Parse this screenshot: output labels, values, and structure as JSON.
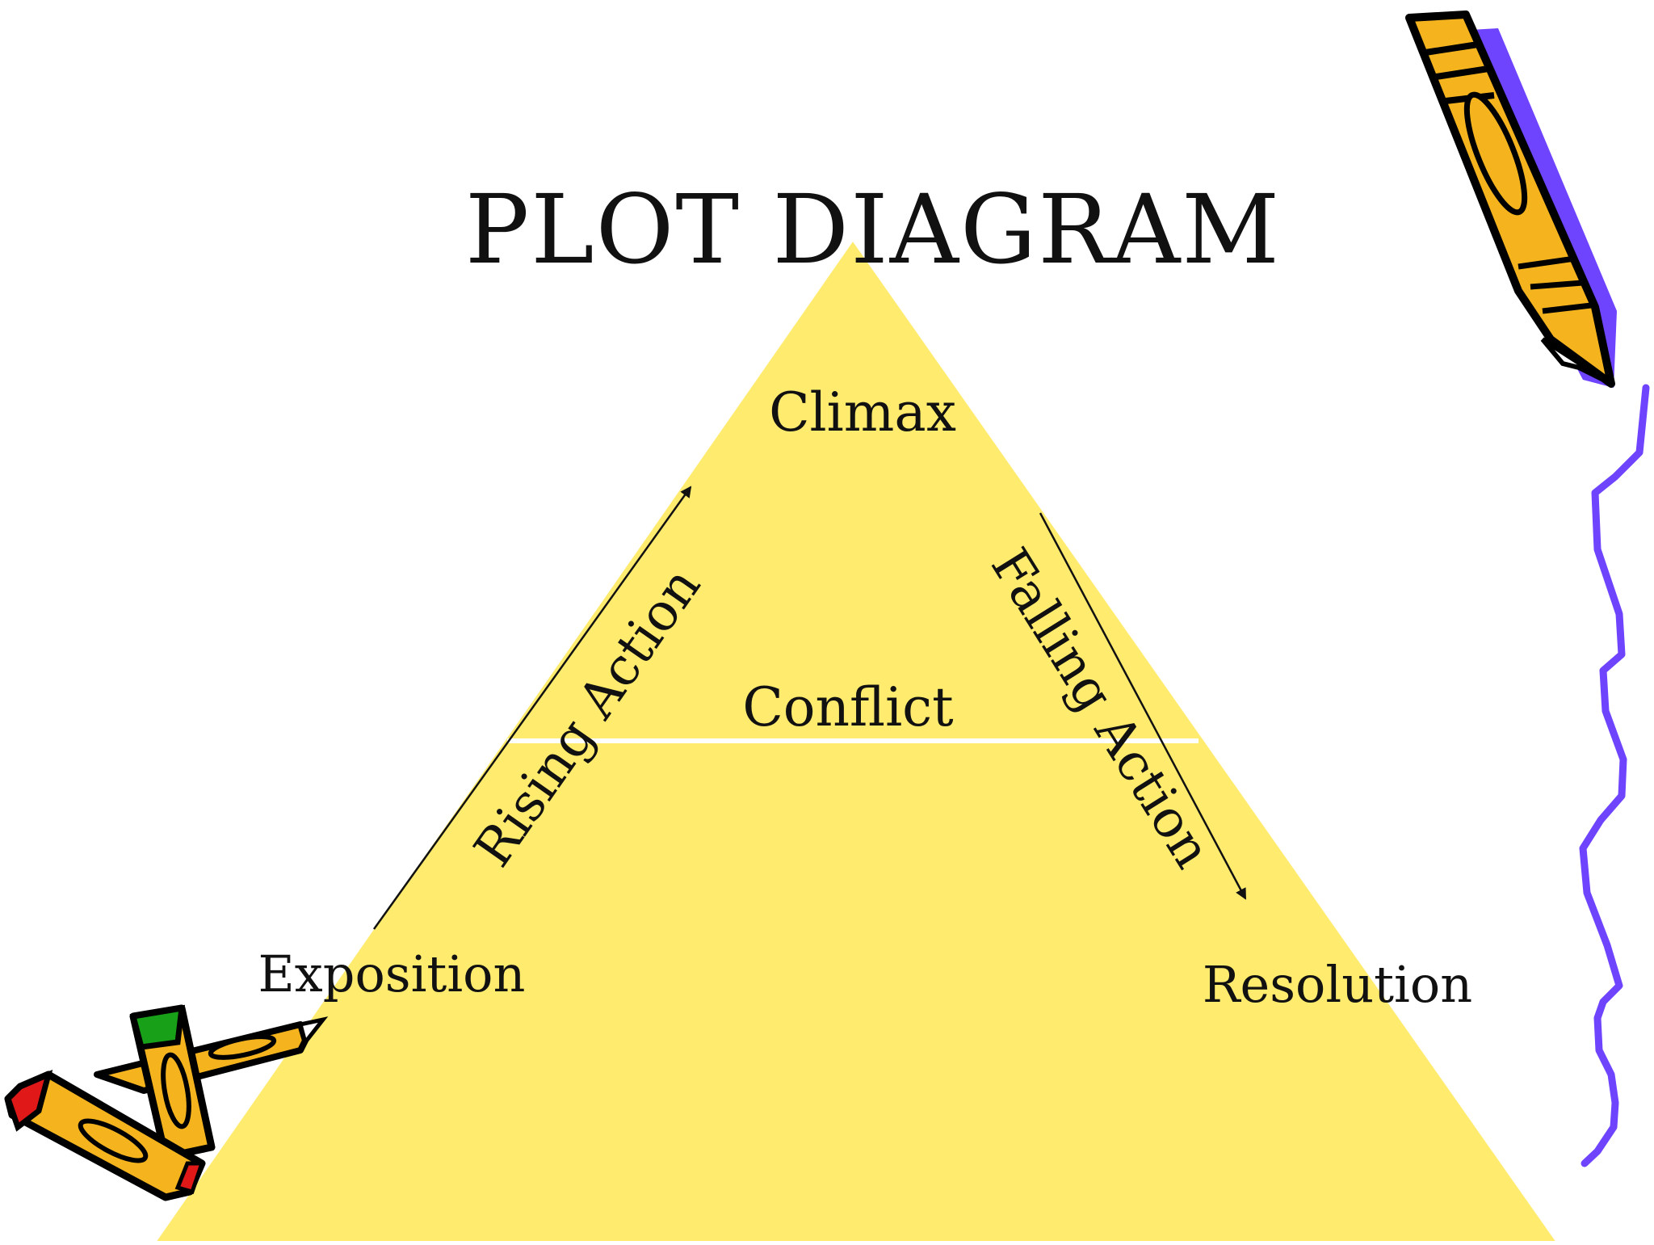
{
  "title": "PLOT DIAGRAM",
  "labels": {
    "climax": "Climax",
    "conflict": "Conflict",
    "rising_action": "Rising Action",
    "falling_action": "Falling Action",
    "exposition": "Exposition",
    "resolution": "Resolution"
  },
  "colors": {
    "pyramid_fill": "#FFEB6E",
    "divider_line": "#FFFFFF",
    "text": "#111111",
    "pencil_body": "#F5B41E",
    "pencil_outline": "#000000",
    "pencil_shadow": "#6E44FF",
    "squiggle": "#6E44FF",
    "eraser_green": "#19A019",
    "eraser_red": "#E01818"
  },
  "icons": [
    "pencil-icon",
    "pencils-bundle-icon",
    "squiggle-line-icon",
    "arrow-up-right-icon",
    "arrow-down-right-icon"
  ]
}
